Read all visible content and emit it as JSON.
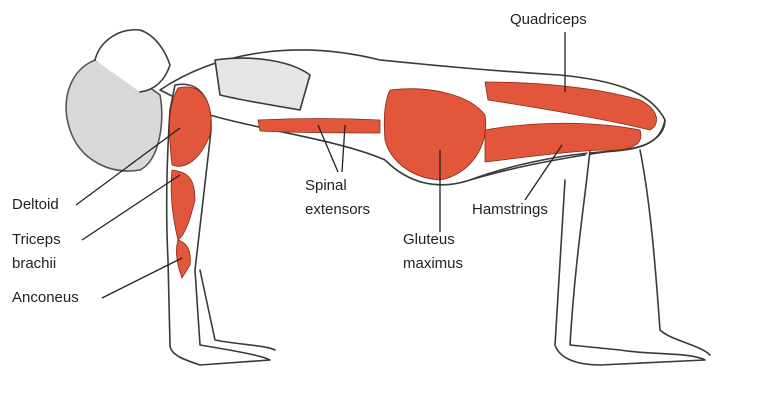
{
  "labels": {
    "quadriceps": "Quadriceps",
    "spinal_extensors": [
      "Spinal",
      "extensors"
    ],
    "hamstrings": "Hamstrings",
    "deltoid": "Deltoid",
    "triceps_brachii": [
      "Triceps",
      "brachii"
    ],
    "anconeus": "Anconeus",
    "gluteus_maximus": [
      "Gluteus",
      "maximus"
    ]
  },
  "colors": {
    "muscle": "#e2563b",
    "outline": "#3a3a3a",
    "leader": "#222222"
  }
}
